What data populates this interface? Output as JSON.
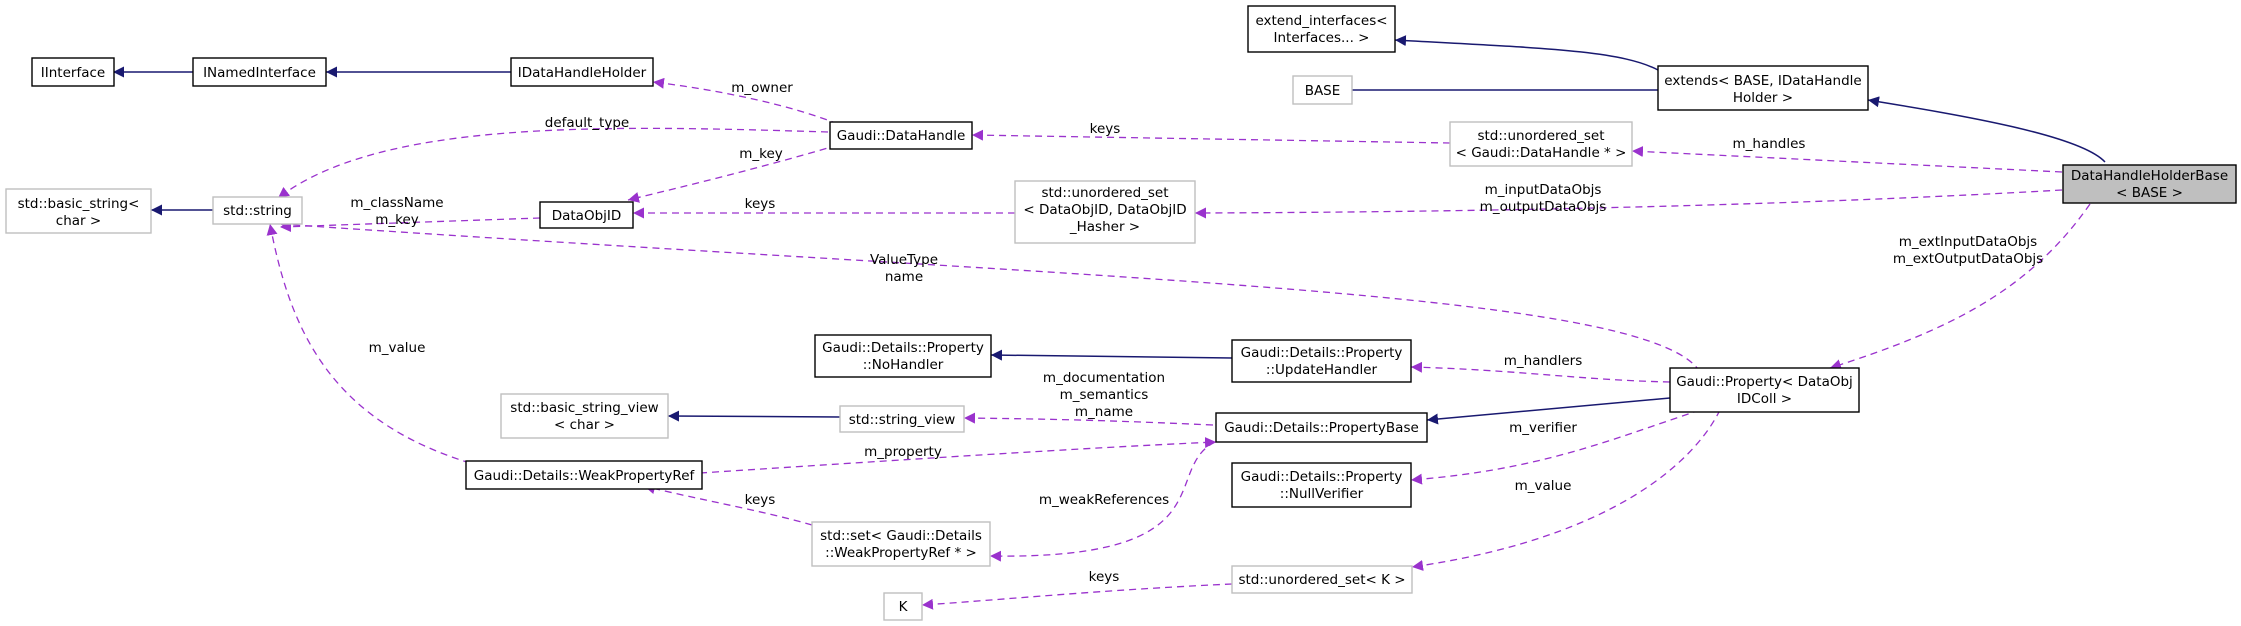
{
  "nodes": {
    "dhhb": [
      "DataHandleHolderBase",
      "< BASE >"
    ],
    "extend_interfaces": [
      "extend_interfaces<",
      "Interfaces... >"
    ],
    "extends": [
      "extends< BASE, IDataHandle",
      "Holder >"
    ],
    "base": [
      "BASE"
    ],
    "iinterface": [
      "IInterface"
    ],
    "inamedinterface": [
      "INamedInterface"
    ],
    "idatahandleholder": [
      "IDataHandleHolder"
    ],
    "datahandle": [
      "Gaudi::DataHandle"
    ],
    "uset_datahandle": [
      "std::unordered_set",
      "< Gaudi::DataHandle * >"
    ],
    "dataobjid": [
      "DataObjID"
    ],
    "uset_dataobjid": [
      "std::unordered_set",
      "< DataObjID, DataObjID",
      "_Hasher >"
    ],
    "basic_string": [
      "std::basic_string<",
      "char >"
    ],
    "string": [
      "std::string"
    ],
    "nohandler": [
      "Gaudi::Details::Property",
      "::NoHandler"
    ],
    "updatehandler": [
      "Gaudi::Details::Property",
      "::UpdateHandler"
    ],
    "property": [
      "Gaudi::Property< DataObj",
      "IDColl >"
    ],
    "basic_string_view": [
      "std::basic_string_view",
      "< char >"
    ],
    "string_view": [
      "std::string_view"
    ],
    "propertybase": [
      "Gaudi::Details::PropertyBase"
    ],
    "weakpropertyref": [
      "Gaudi::Details::WeakPropertyRef"
    ],
    "nullverifier": [
      "Gaudi::Details::Property",
      "::NullVerifier"
    ],
    "set_weakref": [
      "std::set< Gaudi::Details",
      "::WeakPropertyRef * >"
    ],
    "uset_k": [
      "std::unordered_set< K >"
    ],
    "k": [
      "K"
    ]
  },
  "edge_labels": {
    "m_owner": [
      "m_owner"
    ],
    "default_type": [
      "default_type"
    ],
    "m_key_dh": [
      "m_key"
    ],
    "keys_dh": [
      "keys"
    ],
    "m_handles": [
      "m_handles"
    ],
    "classname_key": [
      "m_className",
      "m_key"
    ],
    "keys_doid": [
      "keys"
    ],
    "input_output": [
      "m_inputDataObjs",
      "m_outputDataObjs"
    ],
    "valuetype_name": [
      "ValueType",
      "name"
    ],
    "ext_input_output": [
      "m_extInputDataObjs",
      "m_extOutputDataObjs"
    ],
    "m_value_str": [
      "m_value"
    ],
    "m_handlers": [
      "m_handlers"
    ],
    "doc_sem_name": [
      "m_documentation",
      "m_semantics",
      "m_name"
    ],
    "m_verifier": [
      "m_verifier"
    ],
    "m_property": [
      "m_property"
    ],
    "keys_weak": [
      "keys"
    ],
    "m_weakreferences": [
      "m_weakReferences"
    ],
    "m_value_k": [
      "m_value"
    ],
    "keys_k": [
      "keys"
    ]
  },
  "colors": {
    "inheritance_edge": "#191970",
    "usage_edge": "#9a32cd",
    "focus_node_fill": "#bfbfbf",
    "undocumented_node_border": "#bfbfbf"
  }
}
